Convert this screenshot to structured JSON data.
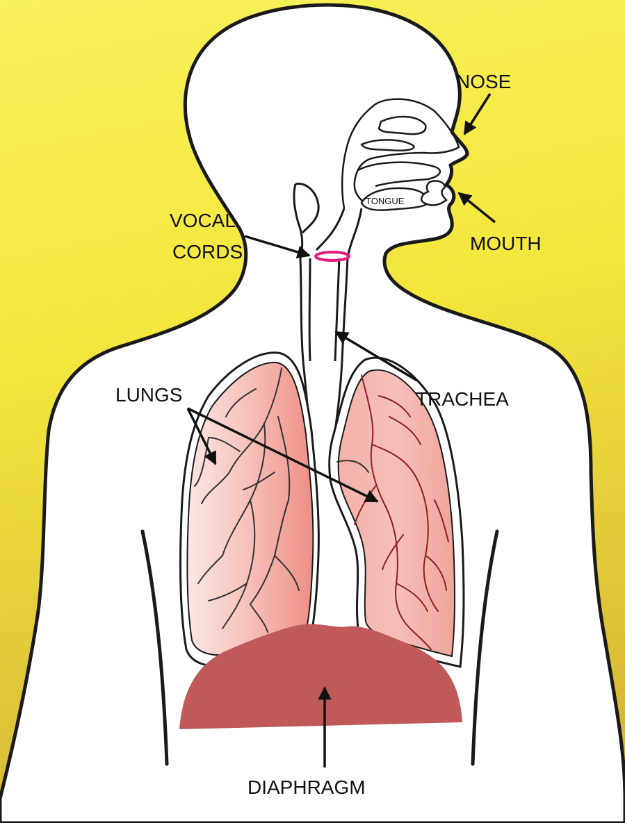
{
  "labels": {
    "nose": "NOSE",
    "mouth": "MOUTH",
    "tongue": "TONGUE",
    "vocal_cords_line1": "VOCAL",
    "vocal_cords_line2": "CORDS",
    "trachea": "TRACHEA",
    "lungs": "LUNGS",
    "diaphragm": "DIAPHRAGM"
  },
  "colors": {
    "background_top": "#f6ee4a",
    "background_bottom": "#d9bb34",
    "body_fill": "#ffffff",
    "outline": "#1a1a1a",
    "lung_fill": "#f2a7a0",
    "lung_light": "#fbe3e0",
    "vein_dark": "#333333",
    "vein_red": "#8c1f24",
    "diaphragm": "#c05a5a",
    "vocal_cords": "#e6197d"
  }
}
